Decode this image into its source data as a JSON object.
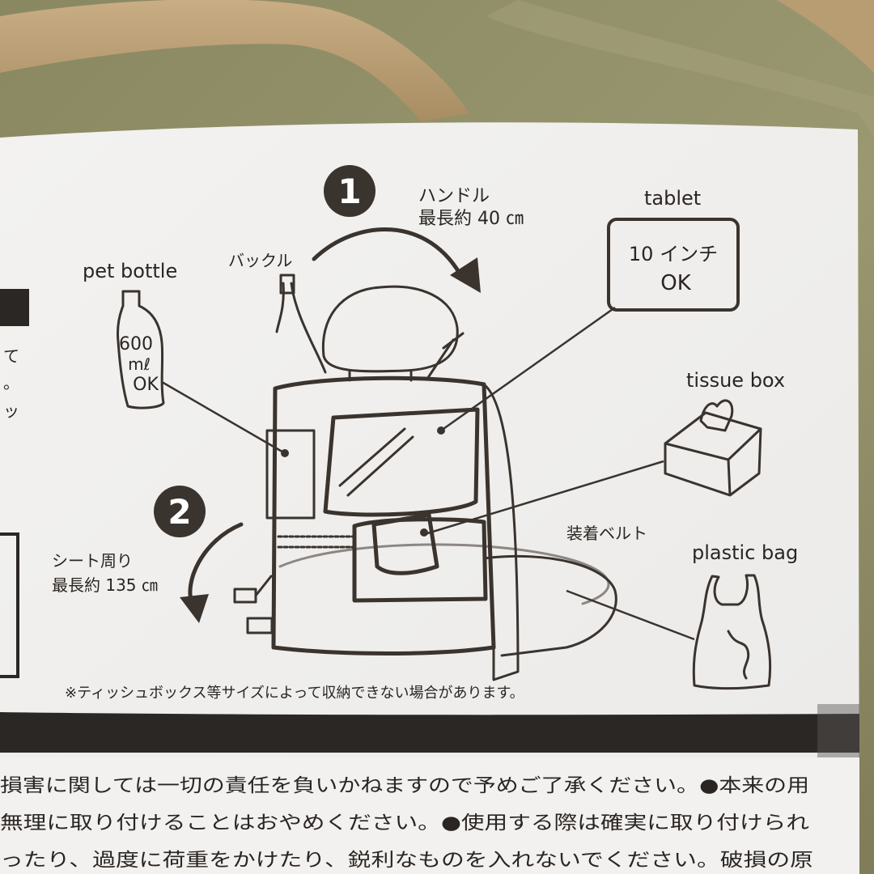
{
  "labels": {
    "handle_title": "ハンドル",
    "handle_length": "最長約 40 ㎝",
    "buckle": "バックル",
    "pet_bottle": "pet bottle",
    "bottle_text_1": "600",
    "bottle_text_2": "mℓ",
    "bottle_text_3": "OK",
    "tablet": "tablet",
    "tablet_size": "10 インチ",
    "tablet_ok": "OK",
    "tissue_box": "tissue box",
    "belt": "装着ベルト",
    "plastic_bag": "plastic bag",
    "seat_title": "シート周り",
    "seat_length": "最長約 135 ㎝"
  },
  "steps": {
    "step1": "1",
    "step2": "2"
  },
  "note": "※ティッシュボックス等サイズによって収納できない場合があります。",
  "bottom_text": {
    "line1": "損害に関しては一切の責任を負いかねますので予めご了承ください。●本来の用",
    "line2": "無理に取り付けることはおやめください。●使用する際は確実に取り付けられ",
    "line3": "ったり、過度に荷重をかけたり、鋭利なものを入れないでください。破損の原"
  },
  "left_edge_fragments": [
    "て",
    "。",
    "ッ"
  ],
  "colors": {
    "background_fabric": "#8c8a62",
    "strap": "#c2a57a",
    "paper": "#f4f3f1",
    "ink": "#2a2522",
    "band": "#2b2724"
  }
}
